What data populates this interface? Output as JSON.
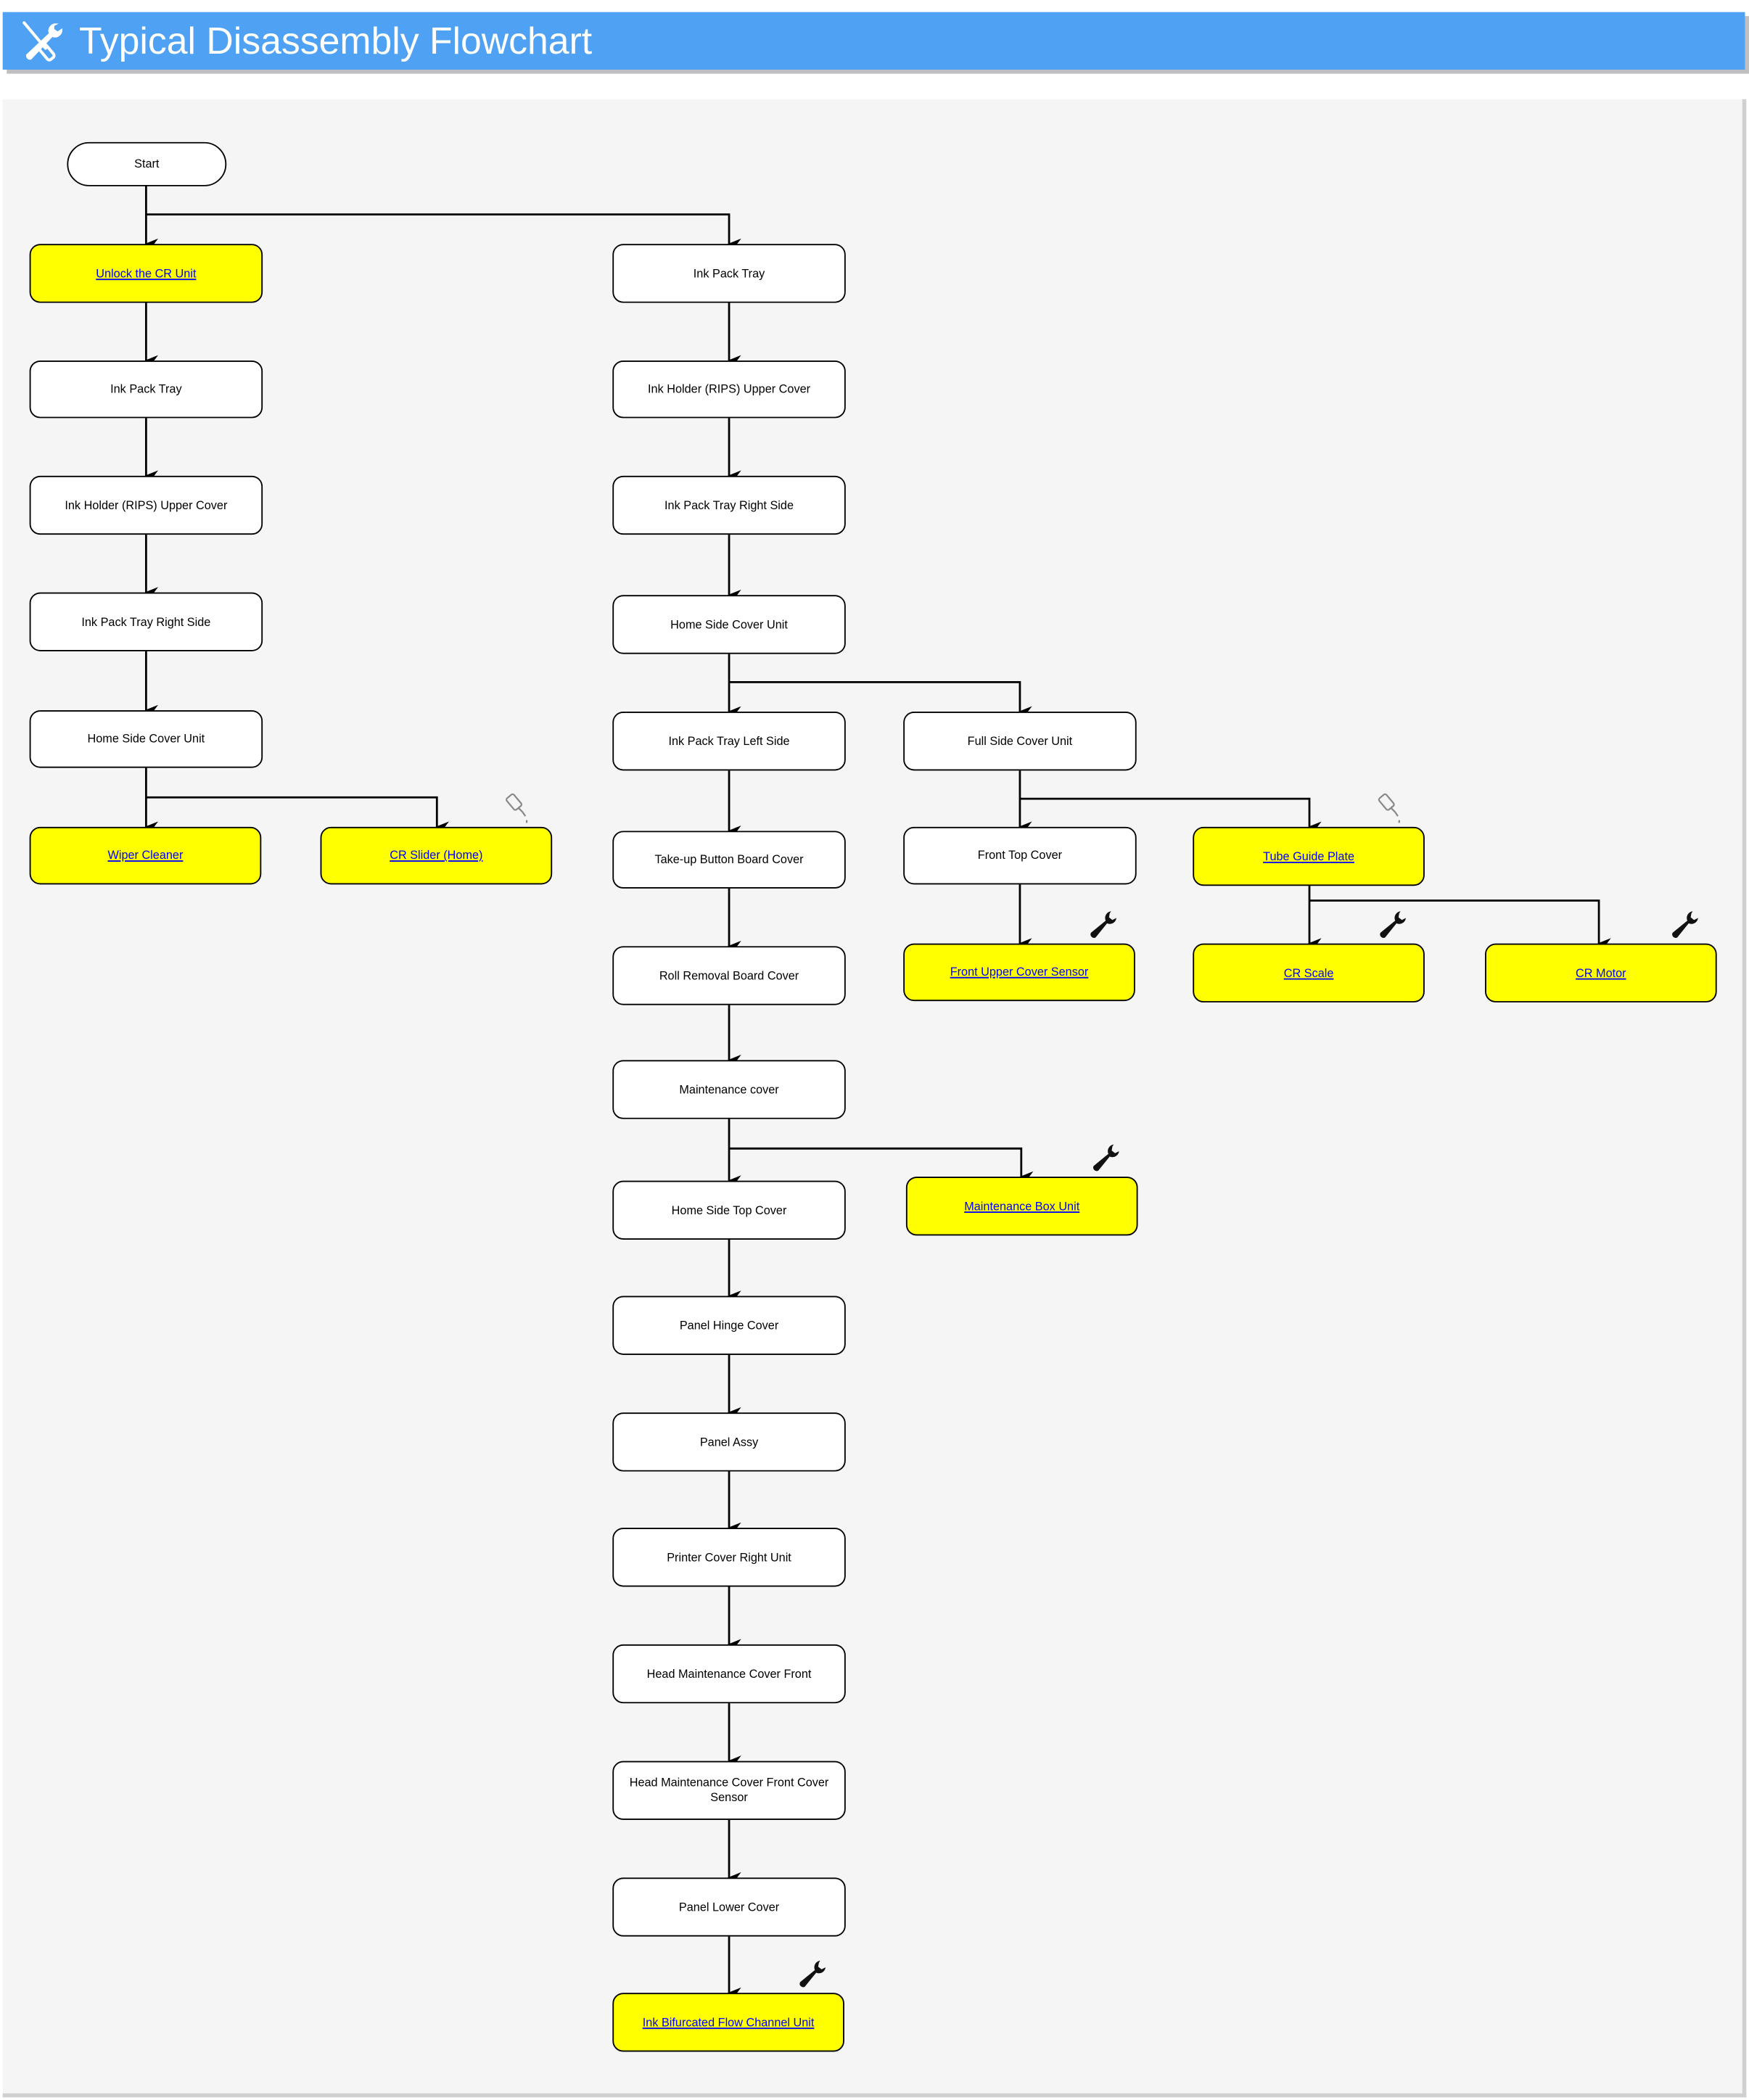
{
  "header": {
    "title": "Typical Disassembly Flowchart",
    "icon": "tools-icon"
  },
  "colors": {
    "header": "#4fa1f3",
    "highlight": "#ffff00",
    "link": "#0000ff",
    "panel": "#f5f5f5"
  },
  "nodes": [
    {
      "id": "start",
      "label": "Start",
      "highlight": false,
      "link": false
    },
    {
      "id": "l1",
      "label": "Unlock the CR Unit",
      "highlight": true,
      "link": true
    },
    {
      "id": "l2",
      "label": "Ink Pack Tray",
      "highlight": false,
      "link": false
    },
    {
      "id": "l3",
      "label": "Ink Holder (RIPS) Upper Cover",
      "highlight": false,
      "link": false
    },
    {
      "id": "l4",
      "label": "Ink Pack Tray Right Side",
      "highlight": false,
      "link": false
    },
    {
      "id": "l5",
      "label": "Home Side Cover Unit",
      "highlight": false,
      "link": false
    },
    {
      "id": "l6",
      "label": "Wiper Cleaner",
      "highlight": true,
      "link": true
    },
    {
      "id": "l7",
      "label": "CR Slider (Home)",
      "highlight": true,
      "link": true,
      "icon": "oil-bottle-icon"
    },
    {
      "id": "m1",
      "label": "Ink Pack Tray",
      "highlight": false,
      "link": false
    },
    {
      "id": "m2",
      "label": "Ink Holder (RIPS) Upper Cover",
      "highlight": false,
      "link": false
    },
    {
      "id": "m3",
      "label": "Ink Pack Tray Right Side",
      "highlight": false,
      "link": false
    },
    {
      "id": "m4",
      "label": "Home Side Cover Unit",
      "highlight": false,
      "link": false
    },
    {
      "id": "m5",
      "label": "Ink Pack Tray Left Side",
      "highlight": false,
      "link": false
    },
    {
      "id": "m6",
      "label": "Take-up Button Board Cover",
      "highlight": false,
      "link": false
    },
    {
      "id": "m7",
      "label": "Roll Removal Board Cover",
      "highlight": false,
      "link": false
    },
    {
      "id": "m8",
      "label": "Maintenance cover",
      "highlight": false,
      "link": false
    },
    {
      "id": "m9",
      "label": "Home Side Top Cover",
      "highlight": false,
      "link": false
    },
    {
      "id": "m10",
      "label": "Panel Hinge Cover",
      "highlight": false,
      "link": false
    },
    {
      "id": "m11",
      "label": "Panel Assy",
      "highlight": false,
      "link": false
    },
    {
      "id": "m12",
      "label": "Printer Cover Right Unit",
      "highlight": false,
      "link": false
    },
    {
      "id": "m13",
      "label": "Head Maintenance Cover Front",
      "highlight": false,
      "link": false
    },
    {
      "id": "m14",
      "label": "Head Maintenance Cover Front Cover Sensor",
      "highlight": false,
      "link": false
    },
    {
      "id": "m15",
      "label": "Panel Lower Cover",
      "highlight": false,
      "link": false
    },
    {
      "id": "m16",
      "label": "Ink Bifurcated Flow Channel Unit",
      "highlight": true,
      "link": true,
      "icon": "wrench-icon"
    },
    {
      "id": "r1",
      "label": "Full Side Cover Unit",
      "highlight": false,
      "link": false
    },
    {
      "id": "r2",
      "label": "Front Top Cover",
      "highlight": false,
      "link": false
    },
    {
      "id": "r3",
      "label": "Front Upper Cover Sensor",
      "highlight": true,
      "link": true,
      "icon": "wrench-icon"
    },
    {
      "id": "r4",
      "label": "Tube Guide Plate",
      "highlight": true,
      "link": true,
      "icon": "oil-bottle-icon"
    },
    {
      "id": "r5",
      "label": "CR Scale",
      "highlight": true,
      "link": true,
      "icon": "wrench-icon"
    },
    {
      "id": "r6",
      "label": "CR Motor",
      "highlight": true,
      "link": true,
      "icon": "wrench-icon"
    },
    {
      "id": "mb",
      "label": "Maintenance Box Unit",
      "highlight": true,
      "link": true,
      "icon": "wrench-icon"
    }
  ]
}
